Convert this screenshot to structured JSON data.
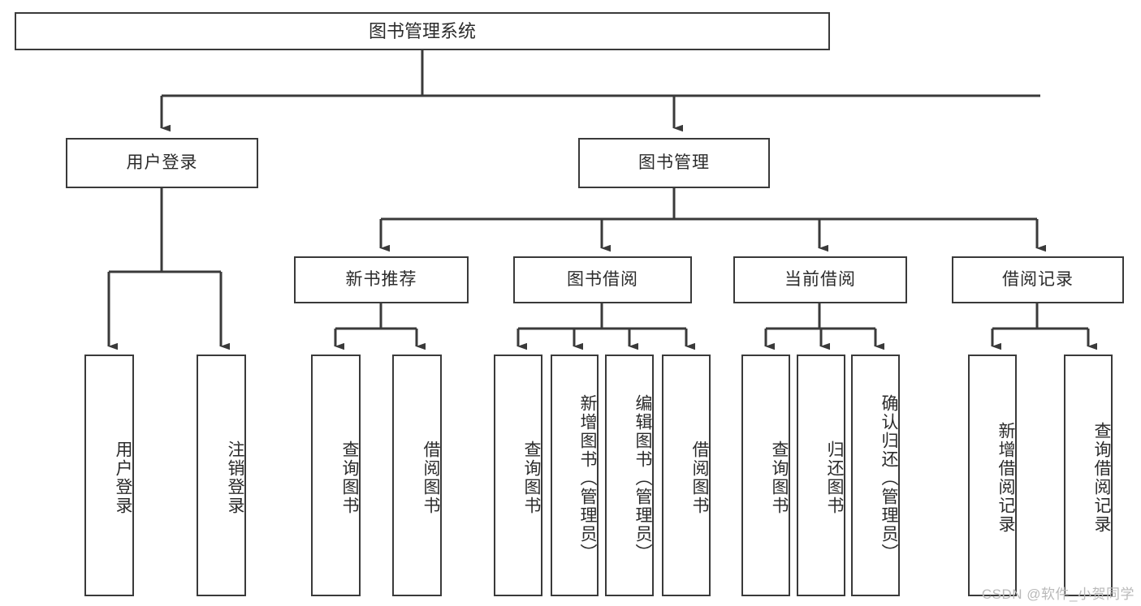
{
  "diagram": {
    "title": "图书管理系统",
    "watermark": "CSDN @软件_小贺同学",
    "nodes": {
      "root": "图书管理系统",
      "user_login": "用户登录",
      "book_manage": "图书管理",
      "new_book_rec": "新书推荐",
      "book_borrow": "图书借阅",
      "current_borrow": "当前借阅",
      "borrow_record": "借阅记录",
      "leaf_user_login": "用户登录",
      "leaf_logout_login": "注销登录",
      "leaf_query_book_1": "查询图书",
      "leaf_borrow_book_1": "借阅图书",
      "leaf_query_book_2": "查询图书",
      "leaf_add_book_admin": "新增图书（管理员）",
      "leaf_edit_book_admin": "编辑图书（管理员）",
      "leaf_borrow_book_2": "借阅图书",
      "leaf_query_book_3": "查询图书",
      "leaf_return_book": "归还图书",
      "leaf_confirm_return_admin": "确认归还（管理员）",
      "leaf_add_borrow_record": "新增借阅记录",
      "leaf_query_borrow_record": "查询借阅记录"
    },
    "colors": {
      "stroke": "#3a3a3a",
      "background": "#ffffff",
      "text": "#2b2b2b",
      "watermark": "#b9b9b9"
    }
  }
}
